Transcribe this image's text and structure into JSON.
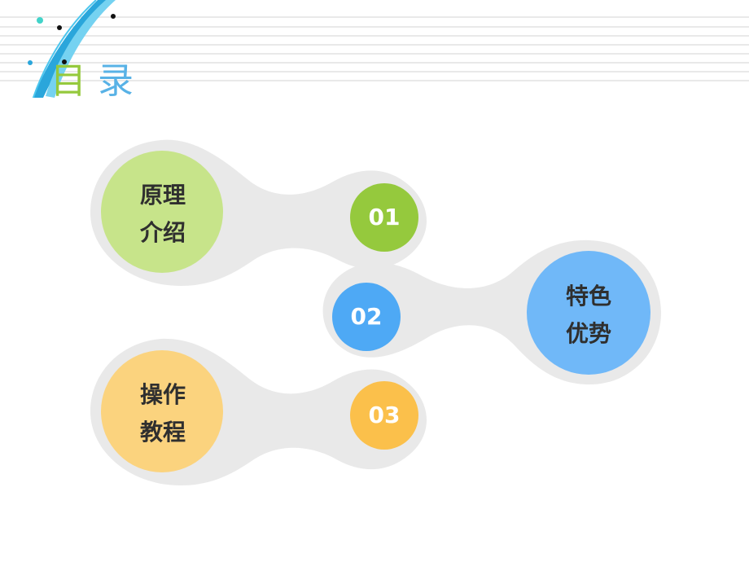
{
  "page": {
    "title": [
      "目",
      "录"
    ]
  },
  "items": [
    {
      "number": "01",
      "label": "原理\n介绍",
      "accent": "#95c93d",
      "soft": "#c7e48a"
    },
    {
      "number": "02",
      "label": "特色\n优势",
      "accent": "#4ea9f5",
      "soft": "#70b8f8"
    },
    {
      "number": "03",
      "label": "操作\n教程",
      "accent": "#fbc04b",
      "soft": "#fbd37e"
    }
  ]
}
